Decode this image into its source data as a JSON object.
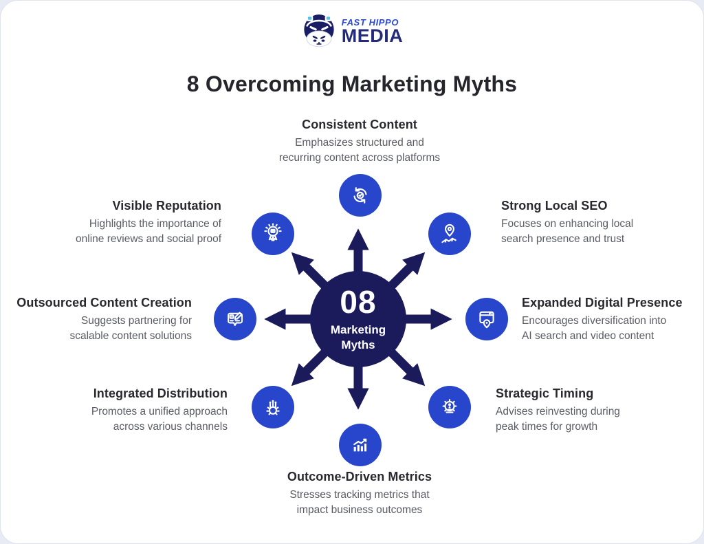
{
  "brand": {
    "logo_icon": "hippo-logo-icon",
    "name_line1": "FAST HIPPO",
    "name_line2": "MEDIA"
  },
  "title": "8 Overcoming Marketing Myths",
  "hub": {
    "number": "08",
    "label_line1": "Marketing",
    "label_line2": "Myths"
  },
  "spokes": [
    {
      "position": "top",
      "icon": "sync-check-icon",
      "title": "Consistent Content",
      "description_lines": [
        "Emphasizes structured and",
        "recurring content across platforms"
      ]
    },
    {
      "position": "top-right",
      "icon": "map-pin-icon",
      "title": "Strong Local SEO",
      "description_lines": [
        "Focuses on enhancing local",
        "search presence and trust"
      ]
    },
    {
      "position": "right",
      "icon": "browser-pin-icon",
      "title": "Expanded Digital Presence",
      "description_lines": [
        "Encourages diversification into",
        "AI search and video content"
      ]
    },
    {
      "position": "bottom-right",
      "icon": "gear-chess-icon",
      "title": "Strategic Timing",
      "description_lines": [
        "Advises reinvesting during",
        "peak times for growth"
      ]
    },
    {
      "position": "bottom",
      "icon": "growth-chart-icon",
      "title": "Outcome-Driven Metrics",
      "description_lines": [
        "Stresses tracking metrics that",
        "impact business outcomes"
      ]
    },
    {
      "position": "bottom-left",
      "icon": "gear-network-icon",
      "title": "Integrated Distribution",
      "description_lines": [
        "Promotes a unified approach",
        "across various channels"
      ]
    },
    {
      "position": "left",
      "icon": "content-creation-icon",
      "title": "Outsourced Content Creation",
      "description_lines": [
        "Suggests partnering for",
        "scalable content solutions"
      ]
    },
    {
      "position": "top-left",
      "icon": "award-badge-icon",
      "title": "Visible Reputation",
      "description_lines": [
        "Highlights the importance of",
        "online reviews and social proof"
      ]
    }
  ],
  "colors": {
    "accent_blue": "#2746cb",
    "hub_navy": "#1b1a5a",
    "title_text": "#25252c",
    "body_text": "#595b64",
    "logo_blue": "#2b49d6",
    "logo_navy": "#232a78"
  }
}
